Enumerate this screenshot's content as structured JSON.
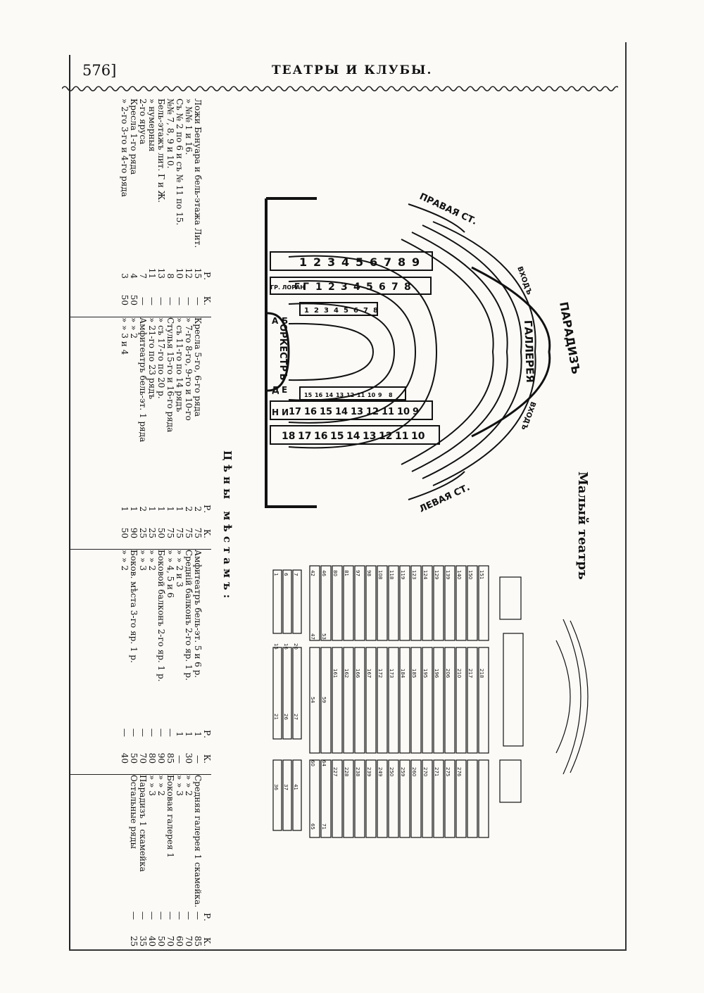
{
  "header": {
    "page_number": "576]",
    "running_head": "ТЕАТРЫ И КЛУБЫ."
  },
  "theatre_name": "Малый театръ",
  "plan_labels": {
    "right_wing": "ПРАВАЯ СТ.",
    "left_wing": "ЛЕВАЯ СТ.",
    "paradise": "ПАРАДИЗЪ",
    "gallery": "ГАЛЛЕРЕЯ",
    "entrance_1": "ВХОДЪ",
    "entrance_2": "ВХОДЪ",
    "orchestra": "ОРКЕСТРЪ",
    "box_letters": [
      "А",
      "Б",
      "Д",
      "Е",
      "Н",
      "И",
      "Г"
    ],
    "gr_box": "ГР. ЛОРАН",
    "tier1_boxes": [
      "1",
      "2",
      "3",
      "4",
      "5",
      "6",
      "7",
      "8",
      "9"
    ],
    "tier2_boxes": [
      "Г",
      "1",
      "2",
      "3",
      "4",
      "5",
      "6",
      "7",
      "8"
    ],
    "tier3_boxes": [
      "1",
      "2",
      "3",
      "4",
      "5",
      "6",
      "7",
      "8"
    ],
    "lower_boxes_a": [
      "17",
      "16",
      "15",
      "14",
      "13",
      "12",
      "11",
      "10",
      "9"
    ],
    "lower_boxes_b": [
      "18",
      "17",
      "16",
      "15",
      "14",
      "13",
      "12",
      "11",
      "10"
    ],
    "lower_boxes_c": [
      "15",
      "16",
      "14",
      "13",
      "12",
      "11",
      "10",
      "9",
      "8"
    ]
  },
  "prices_title": "Цѣны мѣстамъ:",
  "price_header": {
    "rub": "Р.",
    "kop": "К."
  },
  "price_columns": [
    [
      {
        "label": "Ложи Бенуара и бель-этажа Лит.",
        "r": "15",
        "k": "—"
      },
      {
        "label": "»    №№ 1 и 16.",
        "r": "12",
        "k": "—"
      },
      {
        "label": "Съ № 2 по 6 и съ № 11 по 15.",
        "r": "10",
        "k": "—"
      },
      {
        "label": "№№ 7, 8, 9 и 10.",
        "r": "8",
        "k": "—"
      },
      {
        "label": "Бель-этажъ лит. Г и Ж.",
        "r": "13",
        "k": "—"
      },
      {
        "label": "»    нумерныя",
        "r": "11",
        "k": "—"
      },
      {
        "label": "2-го яруса",
        "r": "7",
        "k": "—"
      },
      {
        "label": "Кресла 1-го ряда",
        "r": "4",
        "k": "50"
      },
      {
        "label": "»    2-го 3-го и 4-го ряда",
        "r": "3",
        "k": "50"
      }
    ],
    [
      {
        "label": "Кресла 5-го, 6-го ряда",
        "r": "2",
        "k": "75"
      },
      {
        "label": "»    7-го 8-го, 9-го и 10-го",
        "r": "2",
        "k": "75"
      },
      {
        "label": "»    съ 11-го по 14 рядъ",
        "r": "1",
        "k": "75"
      },
      {
        "label": "Стулья 15-го и 16-го ряда",
        "r": "1",
        "k": "75"
      },
      {
        "label": "»    съ 17-го по 20 р.",
        "r": "1",
        "k": "50"
      },
      {
        "label": "»    21-го по 23 рядъ",
        "r": "1",
        "k": "25"
      },
      {
        "label": "Амфитеатръ бель-эт. 1 ряда",
        "r": "2",
        "k": "25"
      },
      {
        "label": "»    »    2",
        "r": "1",
        "k": "90"
      },
      {
        "label": "»    »    3 и 4",
        "r": "1",
        "k": "50"
      }
    ],
    [
      {
        "label": "Амфитеатръ бель-эт. 5 и 6 р.",
        "r": "1",
        "k": "—"
      },
      {
        "label": "Средній балконъ 2-го яр. 1 р.",
        "r": "1",
        "k": "30"
      },
      {
        "label": "»    »    2 и 3",
        "r": "1",
        "k": "—"
      },
      {
        "label": "»    »    4, 5 и 6",
        "r": "—",
        "k": "85"
      },
      {
        "label": "Боковой балконъ 2-го яр. 1 р.",
        "r": "—",
        "k": "90"
      },
      {
        "label": "»    »    2",
        "r": "—",
        "k": "80"
      },
      {
        "label": "»    »    3",
        "r": "—",
        "k": "70"
      },
      {
        "label": "Боков. мѣста 3-го яр. 1 р.",
        "r": "—",
        "k": "50"
      },
      {
        "label": "»    »    2",
        "r": "—",
        "k": "40"
      }
    ],
    [
      {
        "label": "Средняя галерея 1 скамейка.",
        "r": "—",
        "k": "85"
      },
      {
        "label": "»    »    2",
        "r": "—",
        "k": "70"
      },
      {
        "label": "»    »    3",
        "r": "—",
        "k": "60"
      },
      {
        "label": "Боковая галерея 1",
        "r": "—",
        "k": "70"
      },
      {
        "label": "»    »    2",
        "r": "—",
        "k": "50"
      },
      {
        "label": "»    »    3",
        "r": "—",
        "k": "40"
      },
      {
        "label": "Парадизъ 1 скамейка",
        "r": "—",
        "k": "35"
      },
      {
        "label": "Остальные ряды",
        "r": "—",
        "k": "25"
      }
    ]
  ],
  "seatmap_numbers": {
    "col_a": [
      "1",
      "6",
      "7",
      "15",
      "16",
      "20",
      "21",
      "26",
      "27",
      "36",
      "37",
      "41"
    ],
    "col_b": [
      "42",
      "46",
      "47",
      "53",
      "54",
      "59",
      "60",
      "64",
      "65",
      "71"
    ],
    "row_heads": [
      "80",
      "81",
      "97",
      "98",
      "108",
      "118",
      "119",
      "123",
      "124",
      "129",
      "139",
      "140",
      "150",
      "151",
      "161",
      "162",
      "166",
      "167",
      "172",
      "173",
      "184",
      "185",
      "195",
      "196",
      "206",
      "210",
      "217",
      "218",
      "227",
      "228",
      "238",
      "239",
      "249",
      "250",
      "259",
      "260",
      "270",
      "271",
      "275",
      "276"
    ]
  }
}
